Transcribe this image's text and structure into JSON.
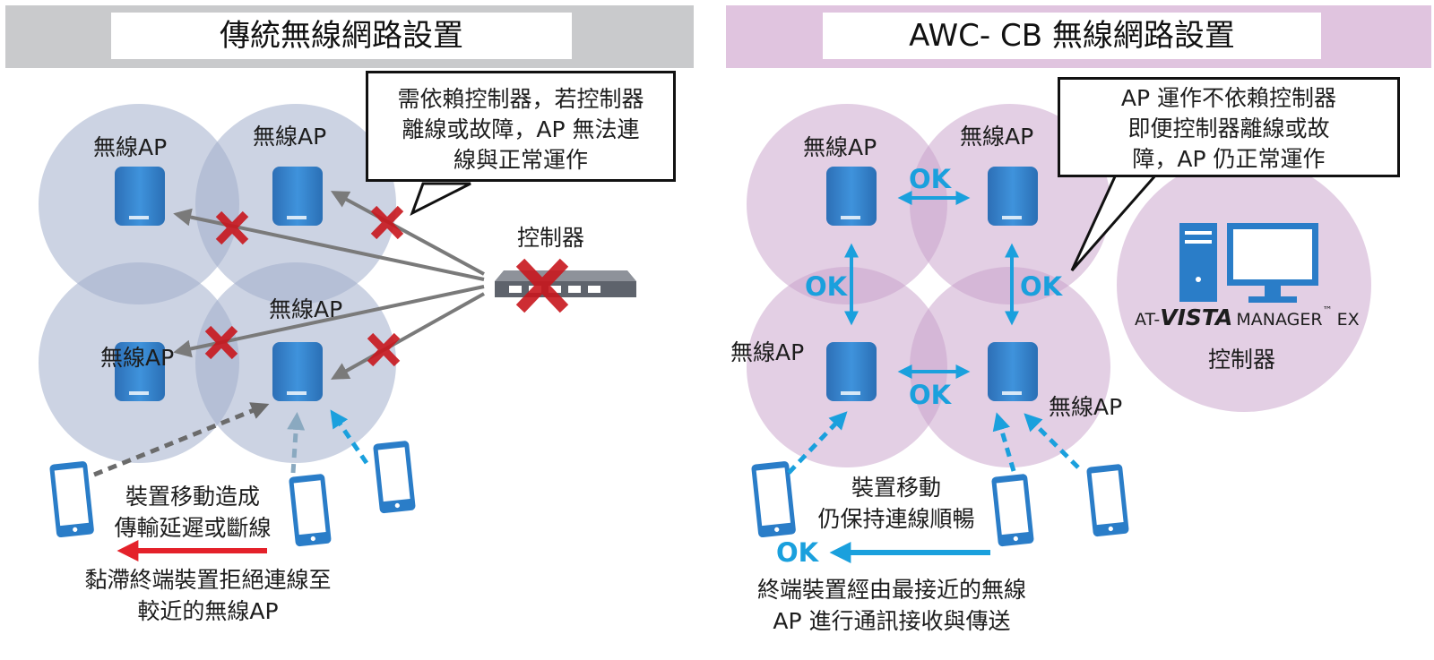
{
  "left_panel": {
    "title": "傳統無線網路設置",
    "ap_labels": [
      "無線AP",
      "無線AP",
      "無線AP",
      "無線AP"
    ],
    "callout_lines": [
      "需依賴控制器，若控制器",
      "離線或故障，AP 無法連",
      "線與正常運作"
    ],
    "controller_label": "控制器",
    "move_caption_lines": [
      "裝置移動造成",
      "傳輸延遲或斷線"
    ],
    "bottom_caption_lines": [
      "黏滯終端裝置拒絕連線至",
      "較近的無線AP"
    ]
  },
  "right_panel": {
    "title": "AWC- CB 無線網路設置",
    "ap_labels": [
      "無線AP",
      "無線AP",
      "無線AP",
      "無線AP"
    ],
    "ok_labels": [
      "OK",
      "OK",
      "OK",
      "OK",
      "OK"
    ],
    "callout_lines": [
      "AP 運作不依賴控制器",
      "即便控制器離線或故",
      "障，AP 仍正常運作"
    ],
    "brand": {
      "prefix": "AT-",
      "vista": "VISTA",
      "suffix": "MANAGER",
      "tm": "™",
      "ex": "EX"
    },
    "controller_label": "控制器",
    "move_caption_lines": [
      "裝置移動",
      "仍保持連線順暢"
    ],
    "bottom_caption_lines": [
      "終端裝置經由最接近的無線",
      "AP 進行通訊接收與傳送"
    ]
  },
  "colors": {
    "left_header_bg": "#c9cacc",
    "right_header_bg": "#e0c4df",
    "left_circle": "#a3afcc",
    "right_circle": "#c8a0c9",
    "ap_blue": "#2b7fc9",
    "ok_blue": "#1aa0dd",
    "x_red": "#c8171e",
    "arrow_red": "#e4212a",
    "arrow_gray": "#7a7a7a"
  },
  "icons": [
    "wireless-ap-icon",
    "tablet-icon",
    "controller-switch-icon",
    "desktop-computer-icon",
    "red-x-icon"
  ]
}
